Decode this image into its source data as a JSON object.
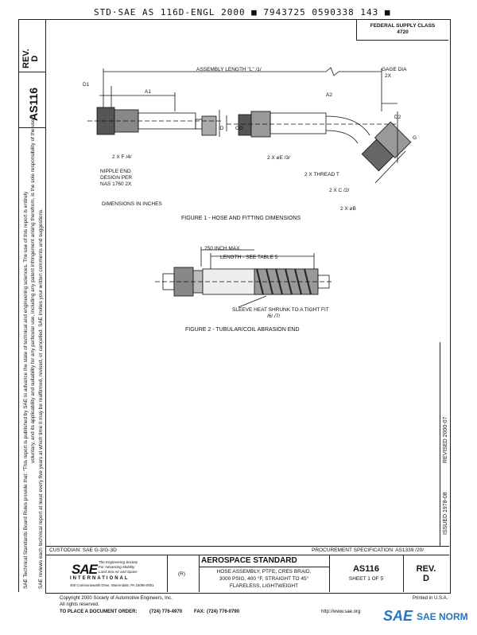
{
  "top_code": "STD·SAE AS 116D-ENGL 2000 ■ 7943725 0590338 143 ■",
  "side": {
    "rev_label": "REV.",
    "rev_value": "D",
    "doc_number": "AS116",
    "notice_line1": "SAE Technical Standards Board Rules provide that: \"This report is published by SAE to advance the state of technical and engineering sciences. The use of this report is entirely",
    "notice_line2": "voluntary, and its applicability and suitability for any particular use, including any patent infringement arising therefrom, is the sole responsibility of the user.\"",
    "notice_line3": "SAE reviews each technical report at least every five years at which time it may be reaffirmed, revised, or cancelled. SAE invites your written comments and suggestions."
  },
  "federal_supply": {
    "line1": "FEDERAL SUPPLY CLASS",
    "line2": "4720"
  },
  "figure1": {
    "assembly_length": "ASSEMBLY LENGTH \"L\" /1/",
    "gage_dia": "GAGE DIA",
    "gage_2x": "2X",
    "d1": "D1",
    "a1": "A1",
    "a2": "A2",
    "d2": "D2",
    "id": "ID",
    "od": "OD",
    "g": "G",
    "f_label": "2 X F /4/",
    "e_label": "2 X ⌀E /3/",
    "nipple1": "NIPPLE END",
    "nipple2": "DESIGN PER",
    "nipple3": "NAS 1760 2X",
    "thread": "2 X THREAD T",
    "c_label": "2 X C /2/",
    "b_label": "2 X ⌀B",
    "dimensions": "DIMENSIONS IN INCHES",
    "caption": "FIGURE 1 - HOSE AND FITTING DIMENSIONS"
  },
  "figure2": {
    "max_label": "250 INCH MAX.",
    "length_label": "LENGTH - SEE TABLE 5",
    "sleeve1": "SLEEVE HEAT SHRUNK TO A TIGHT FIT",
    "sleeve2": "/6/ /7/",
    "caption": "FIGURE 2 - TUBULAR/COIL ABRASION END"
  },
  "revised": "REVISED 2000-07",
  "issued": "ISSUED 1978-08",
  "title_block": {
    "custodian": "CUSTODIAN: SAE G-3/G-3D",
    "procurement": "PROCUREMENT SPECIFICATION: AS1339 /20/",
    "standard": "AEROSPACE STANDARD",
    "r_mark": "(R)",
    "title1": "HOSE ASSEMBLY, PTFE, CRES BRAID,",
    "title2": "3000 PSIG, 400 °F, STRAIGHT TO 45°",
    "title3": "FLARELESS, LIGHTWEIGHT",
    "doc_number": "AS116",
    "sheet": "SHEET 1 OF 5",
    "rev_label": "REV.",
    "rev_value": "D",
    "logo": "SAE",
    "logo_sub": "INTERNATIONAL",
    "logo_tag1": "The Engineering Society",
    "logo_tag2": "For Advancing Mobility",
    "logo_tag3": "Land Sea Air and Space",
    "address": "400 Commonwealth Drive, Warrendale, PA 15096-0001"
  },
  "footer": {
    "copyright": "Copyright 2000 Society of Automotive Engineers, Inc.",
    "rights": "All rights reserved.",
    "printed": "Printed in U.S.A.",
    "order": "TO PLACE A DOCUMENT ORDER:",
    "phone": "(724) 776-4970",
    "fax_label": "FAX:",
    "fax": "(724) 776-0790",
    "web": "http://www.sae.org"
  },
  "watermark": {
    "logo": "SAE",
    "text": "SAE NORM"
  }
}
